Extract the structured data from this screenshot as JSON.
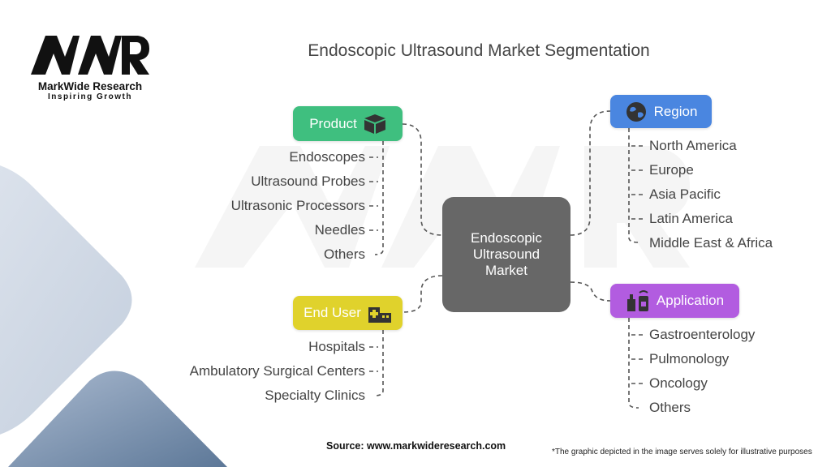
{
  "logo": {
    "mark": "MWR",
    "name": "MarkWide Research",
    "tagline": "Inspiring Growth"
  },
  "title": "Endoscopic Ultrasound Market Segmentation",
  "center": {
    "line1": "Endoscopic",
    "line2": "Ultrasound",
    "line3": "Market"
  },
  "product": {
    "label": "Product",
    "icon": "cube-icon",
    "color": "#3fbf7f",
    "items": [
      "Endoscopes",
      "Ultrasound Probes",
      "Ultrasonic Processors",
      "Needles",
      "Others"
    ]
  },
  "end_user": {
    "label": "End User",
    "icon": "hospital-icon",
    "color": "#e0d22c",
    "items": [
      "Hospitals",
      "Ambulatory Surgical Centers",
      "Specialty Clinics"
    ]
  },
  "region": {
    "label": "Region",
    "icon": "globe-icon",
    "color": "#4a86e0",
    "items": [
      "North America",
      "Europe",
      "Asia Pacific",
      "Latin America",
      "Middle East & Africa"
    ]
  },
  "application": {
    "label": "Application",
    "icon": "medical-device-icon",
    "color": "#b25ce0",
    "items": [
      "Gastroenterology",
      "Pulmonology",
      "Oncology",
      "Others"
    ]
  },
  "footer": {
    "source": "Source: www.markwideresearch.com",
    "disclaimer": "*The graphic depicted in the image serves solely for illustrative purposes"
  }
}
